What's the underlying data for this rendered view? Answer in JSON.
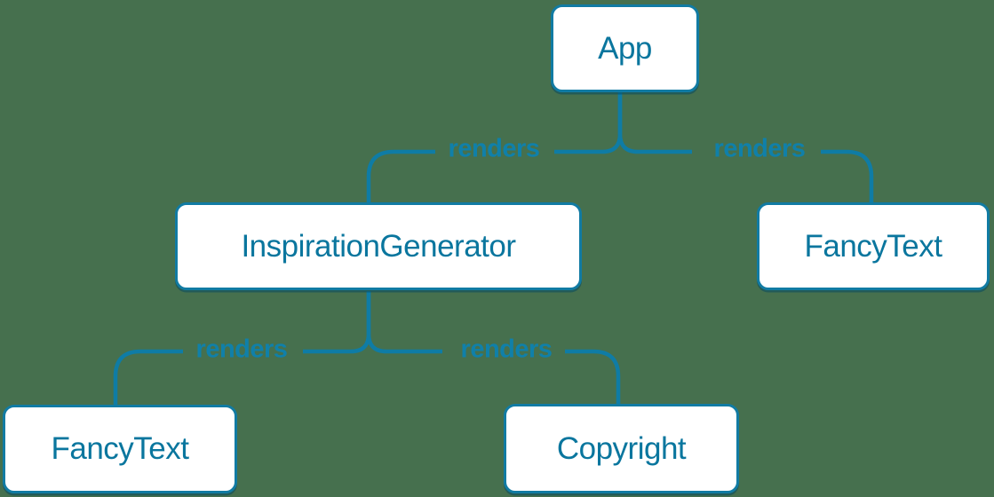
{
  "diagram_type": "component-render-tree",
  "colors": {
    "background": "#46704E",
    "node_fill": "#FFFFFF",
    "node_border": "#117BA3",
    "node_text": "#0A769E",
    "edge_line": "#0F7CA5",
    "edge_label_text": "#1080A9"
  },
  "nodes": [
    {
      "id": "app",
      "label": "App"
    },
    {
      "id": "inspiration-generator",
      "label": "InspirationGenerator"
    },
    {
      "id": "fancy-text-right",
      "label": "FancyText"
    },
    {
      "id": "fancy-text-left",
      "label": "FancyText"
    },
    {
      "id": "copyright",
      "label": "Copyright"
    }
  ],
  "edges": [
    {
      "from": "app",
      "to": "inspiration-generator",
      "label": "renders"
    },
    {
      "from": "app",
      "to": "fancy-text-right",
      "label": "renders"
    },
    {
      "from": "inspiration-generator",
      "to": "fancy-text-left",
      "label": "renders"
    },
    {
      "from": "inspiration-generator",
      "to": "copyright",
      "label": "renders"
    }
  ]
}
